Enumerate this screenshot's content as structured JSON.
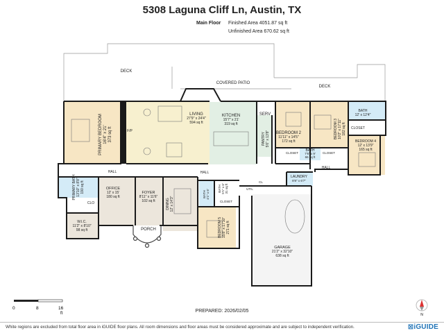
{
  "title": "5308 Laguna Cliff Ln, Austin, TX",
  "level": {
    "name": "Main Floor",
    "finished_area": "Finished Area 4051.87 sq ft",
    "unfinished_area": "Unfinished Area 670.62 sq ft"
  },
  "outdoor": {
    "deck_left": "DECK",
    "covered_patio": "COVERED PATIO",
    "deck_right": "DECK",
    "porch": "PORCH"
  },
  "rooms": {
    "primary_bedroom": {
      "name": "PRIMARY BEDROOM",
      "dims": "16'4\" x 21'",
      "area": "373 sq ft"
    },
    "living": {
      "name": "LIVING",
      "dims": "27'9\" x 24'4\"",
      "area": "594 sq ft"
    },
    "kitchen": {
      "name": "KITCHEN",
      "dims": "15'7\" x 21'",
      "area": "319 sq ft"
    },
    "serv": {
      "name": "SERV"
    },
    "pantry": {
      "name": "PANTRY",
      "dims": "5'6\" x 13'8\""
    },
    "bedroom2": {
      "name": "BEDROOM 2",
      "dims": "11'11\" x 14'5\"",
      "area": "172 sq ft"
    },
    "bedroom3": {
      "name": "BEDROOM 3",
      "dims": "10'2\" x 17'11\"",
      "area": "182 sq ft"
    },
    "bath_top": {
      "name": "BATH",
      "dims": "12' x 12'4\""
    },
    "closet_b3": {
      "name": "CLOSET"
    },
    "bedroom4": {
      "name": "BEDROOM 4",
      "dims": "12' x 13'9\"",
      "area": "165 sq ft"
    },
    "bath_mid": {
      "name": "BATH",
      "dims": "7'6\" x 9'",
      "area": "66 sq ft"
    },
    "closet_a": {
      "name": "CLOSET"
    },
    "closet_b": {
      "name": "CLOSET"
    },
    "primary_bath": {
      "name": "PRIMARY BATH",
      "dims": "13'10\" x 8'8\"",
      "area": "190 sq ft"
    },
    "clo": {
      "name": "CLO"
    },
    "wic": {
      "name": "W.I.C.",
      "dims": "11'2\" x 8'10\"",
      "area": "98 sq ft"
    },
    "office": {
      "name": "OFFICE",
      "dims": "12' x 15'",
      "area": "180 sq ft"
    },
    "foyer": {
      "name": "FOYER",
      "dims": "8'11\" x 11'6\"",
      "area": "102 sq ft"
    },
    "dining": {
      "name": "DINING",
      "dims": "12' x 14'3\""
    },
    "bath_low": {
      "name": "BATH",
      "dims": "4'1\" x 6'"
    },
    "bath_low2": {
      "name": "BATH",
      "dims": "5'1\" x 6'",
      "area": "31 sq ft"
    },
    "closet_low": {
      "name": "CLOSET"
    },
    "bedroom5": {
      "name": "BEDROOM 5",
      "dims": "15'8\" x 17'10\"",
      "area": "271 sq ft"
    },
    "util": {
      "name": "UTIL"
    },
    "cl": {
      "name": "CL"
    },
    "laundry": {
      "name": "LAUNDRY",
      "dims": "8'8\" x 6'7\""
    },
    "garage": {
      "name": "GARAGE",
      "dims": "21'2\" x 32'10\"",
      "area": "638 sq ft"
    },
    "hall_left": {
      "name": "HALL"
    },
    "hall_center": {
      "name": "HALL"
    },
    "hall_right": {
      "name": "HALL"
    },
    "fp": {
      "name": "F/P"
    }
  },
  "scale": {
    "t0": "0",
    "t1": "8",
    "t2": "16",
    "unit": "ft"
  },
  "prepared": "PREPARED: 2026/02/05",
  "compass_label": "N",
  "disclaimer": "White regions are excluded from total floor area in iGUIDE floor plans. All room dimensions and floor areas must be considered approximate and are subject to independent verification.",
  "logo": "iGUIDE",
  "colors": {
    "bedroom": "#f7e6c4",
    "living": "#f7f0cf",
    "bath": "#d4ebf7",
    "kitchen": "#e2efe4",
    "office": "#ece6dc",
    "wall": "#1a1a1a"
  }
}
